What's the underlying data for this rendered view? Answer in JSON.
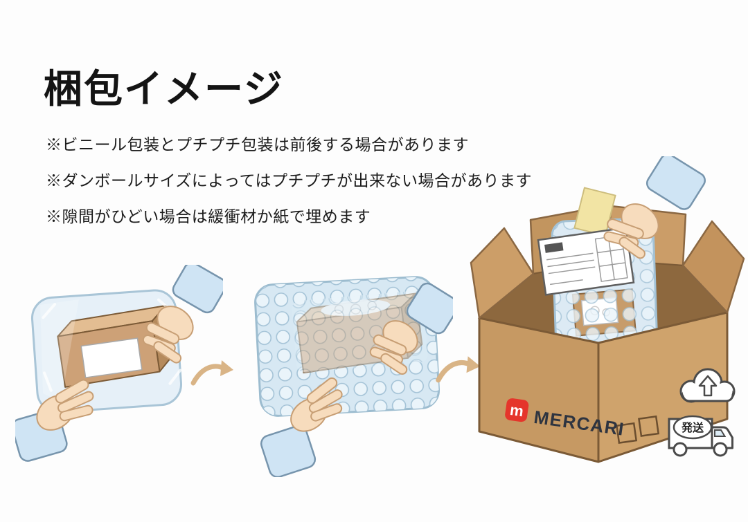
{
  "page": {
    "title": "梱包イメージ",
    "notes": [
      "※ビニール包装とプチプチ包装は前後する場合があります",
      "※ダンボールサイズによってはプチプチが出来ない場合があります",
      "※隙間がひどい場合は緩衝材か紙で埋めます"
    ]
  },
  "carton": {
    "brand": "MERCARI",
    "brand_mark": "m"
  },
  "shipping": {
    "label": "発送"
  },
  "colors": {
    "brand_red": "#e5352b",
    "cardboard": "#c79a64",
    "vinyl_blue": "#dceaf4",
    "bubble_blue": "#d7e8f3",
    "arrow_tan": "#d9b486",
    "outline_dark": "#4a4a4a"
  }
}
